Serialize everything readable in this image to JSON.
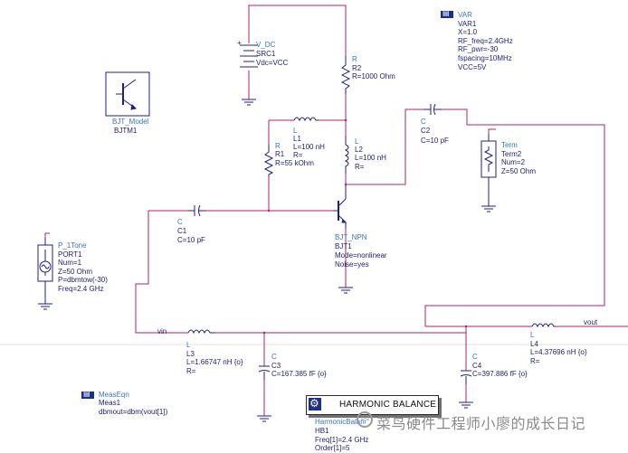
{
  "schematic": {
    "bjt_model": {
      "name": "BJT_Model",
      "inst": "BJTM1"
    },
    "var": {
      "type": "VAR",
      "inst": "VAR1",
      "params": [
        "X=1.0",
        "RF_freq=2.4GHz",
        "RF_pwr=-30",
        "fspacing=10MHz",
        "VCC=5V"
      ]
    },
    "vdc": {
      "type": "V_DC",
      "inst": "SRC1",
      "param": "Vdc=VCC"
    },
    "r2": {
      "type": "R",
      "inst": "R2",
      "param": "R=1000 Ohm"
    },
    "l1": {
      "type": "L",
      "inst": "L1",
      "params": [
        "L=100 nH",
        "R="
      ]
    },
    "r1": {
      "type": "R",
      "inst": "R1",
      "param": "R=55 kOhm"
    },
    "l2": {
      "type": "L",
      "inst": "L2",
      "params": [
        "L=100 nH",
        "R="
      ]
    },
    "c2": {
      "type": "C",
      "inst": "C2",
      "param": "C=10 pF"
    },
    "term2": {
      "type": "Term",
      "inst": "Term2",
      "params": [
        "Num=2",
        "Z=50 Ohm"
      ]
    },
    "c1": {
      "type": "C",
      "inst": "C1",
      "param": "C=10 pF"
    },
    "bjt": {
      "type": "BJT_NPN",
      "inst": "BJT1",
      "params": [
        "Mode=nonlinear",
        "Noise=yes"
      ]
    },
    "port1": {
      "type": "P_1Tone",
      "inst": "PORT1",
      "params": [
        "Num=1",
        "Z=50 Ohm",
        "P=dbmtow(-30)",
        "Freq=2.4 GHz"
      ]
    },
    "vin": "vin",
    "vout": "vout",
    "l3": {
      "type": "L",
      "inst": "L3",
      "params": [
        "L=1.66747 nH {o}",
        "R="
      ]
    },
    "c3": {
      "type": "C",
      "inst": "C3",
      "param": "C=167.385 fF {o}"
    },
    "l4": {
      "type": "L",
      "inst": "L4",
      "params": [
        "L=4.37696 nH {o}",
        "R="
      ]
    },
    "c4": {
      "type": "C",
      "inst": "C4",
      "param": "C=397.886 fF {o}"
    },
    "meas": {
      "type": "MeasEqn",
      "inst": "Meas1",
      "param": "dbmout=dbm(vout[1])"
    },
    "hb": {
      "title": "HARMONIC BALANCE",
      "type": "HarmonicBalance",
      "inst": "HB1",
      "params": [
        "Freq[1]=2.4 GHz",
        "Order[1]=5"
      ]
    },
    "watermark": "菜鸟硬件工程师小廖的成长日记"
  },
  "colors": {
    "wire": "#b0206b",
    "component": "#1f1f8a",
    "label": "#3a73c8",
    "ground": "#1f1f8a"
  },
  "icons": [
    "bjt-symbol-icon",
    "var-icon",
    "meas-eqn-icon",
    "hb-icon",
    "wechat-icon"
  ]
}
